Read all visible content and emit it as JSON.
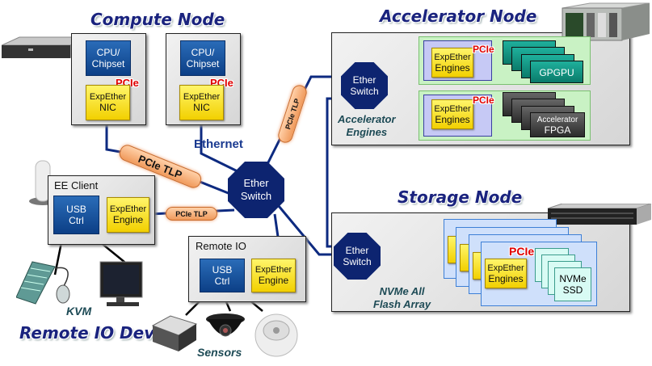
{
  "titles": {
    "compute_node": "Compute Node",
    "accelerator_node": "Accelerator Node",
    "storage_node": "Storage Node",
    "remote_io_devices": "Remote IO Devices"
  },
  "compute_node": {
    "units": [
      {
        "cpu_label_line1": "CPU/",
        "cpu_label_line2": "Chipset",
        "pcie_label": "PCIe",
        "nic_line1": "ExpEther",
        "nic_line2": "NIC"
      },
      {
        "cpu_label_line1": "CPU/",
        "cpu_label_line2": "Chipset",
        "pcie_label": "PCIe",
        "nic_line1": "ExpEther",
        "nic_line2": "NIC"
      }
    ],
    "ethernet_label": "Ethernet"
  },
  "central_switch": {
    "line1": "Ether",
    "line2": "Switch"
  },
  "tlp_labels": {
    "main": "PCIe TLP",
    "client": "PCIe TLP",
    "accelerator": "PCIe TLP"
  },
  "ee_client": {
    "title": "EE Client",
    "usb_line1": "USB",
    "usb_line2": "Ctrl",
    "engine_line1": "ExpEther",
    "engine_line2": "Engine"
  },
  "remote_io": {
    "title": "Remote IO",
    "usb_line1": "USB",
    "usb_line2": "Ctrl",
    "engine_line1": "ExpEther",
    "engine_line2": "Engine"
  },
  "kvm_label": "KVM",
  "sensors_label": "Sensors",
  "accelerator_node": {
    "switch_line1": "Ether",
    "switch_line2": "Switch",
    "caption_line1": "Accelerator",
    "caption_line2": "Engines",
    "groups": [
      {
        "engine_line1": "ExpEther",
        "engine_line2": "Engines",
        "pcie_label": "PCIe",
        "card_label_line1": "GPGPU",
        "card_label_line2": "",
        "kind": "gpu"
      },
      {
        "engine_line1": "ExpEther",
        "engine_line2": "Engines",
        "pcie_label": "PCIe",
        "card_label_line1": "Accelerator",
        "card_label_line2": "FPGA",
        "kind": "fpga"
      }
    ]
  },
  "storage_node": {
    "switch_line1": "Ether",
    "switch_line2": "Switch",
    "caption_line1": "NVMe All",
    "caption_line2": "Flash Array",
    "engine_line1": "ExpEther",
    "engine_line2": "Engines",
    "pcie_label": "PCIe",
    "ssd_line1": "NVMe",
    "ssd_line2": "SSD"
  },
  "colors": {
    "link_blue": "#0d2a80",
    "pcie_red": "#e00000",
    "switch_navy": "#0d2470",
    "engine_yellow": "#f5dc00",
    "cpu_blue": "#1a56a8",
    "title_navy": "#1a237e"
  }
}
